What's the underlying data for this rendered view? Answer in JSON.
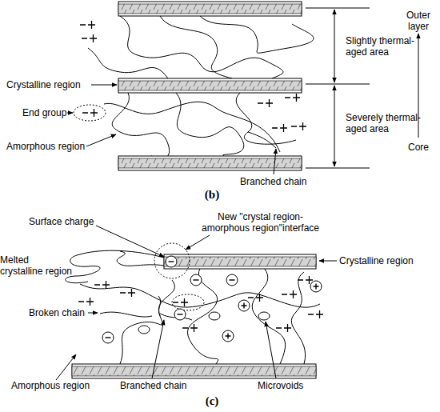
{
  "diagram": {
    "labels": [
      "Slightly thermal-aged area",
      "Outer layer",
      "Crystalline region",
      "End group",
      "Amorphous region",
      "Severely thermal-aged area",
      "Core",
      "Branched chain",
      "(b)",
      "Surface charge",
      "New \"crystal region-amorphous region\"interface",
      "Melted crystalline region",
      "Crystalline region",
      "Broken chain",
      "Branched chain",
      "Microvoids",
      "Amorphous region",
      "(c)"
    ]
  }
}
